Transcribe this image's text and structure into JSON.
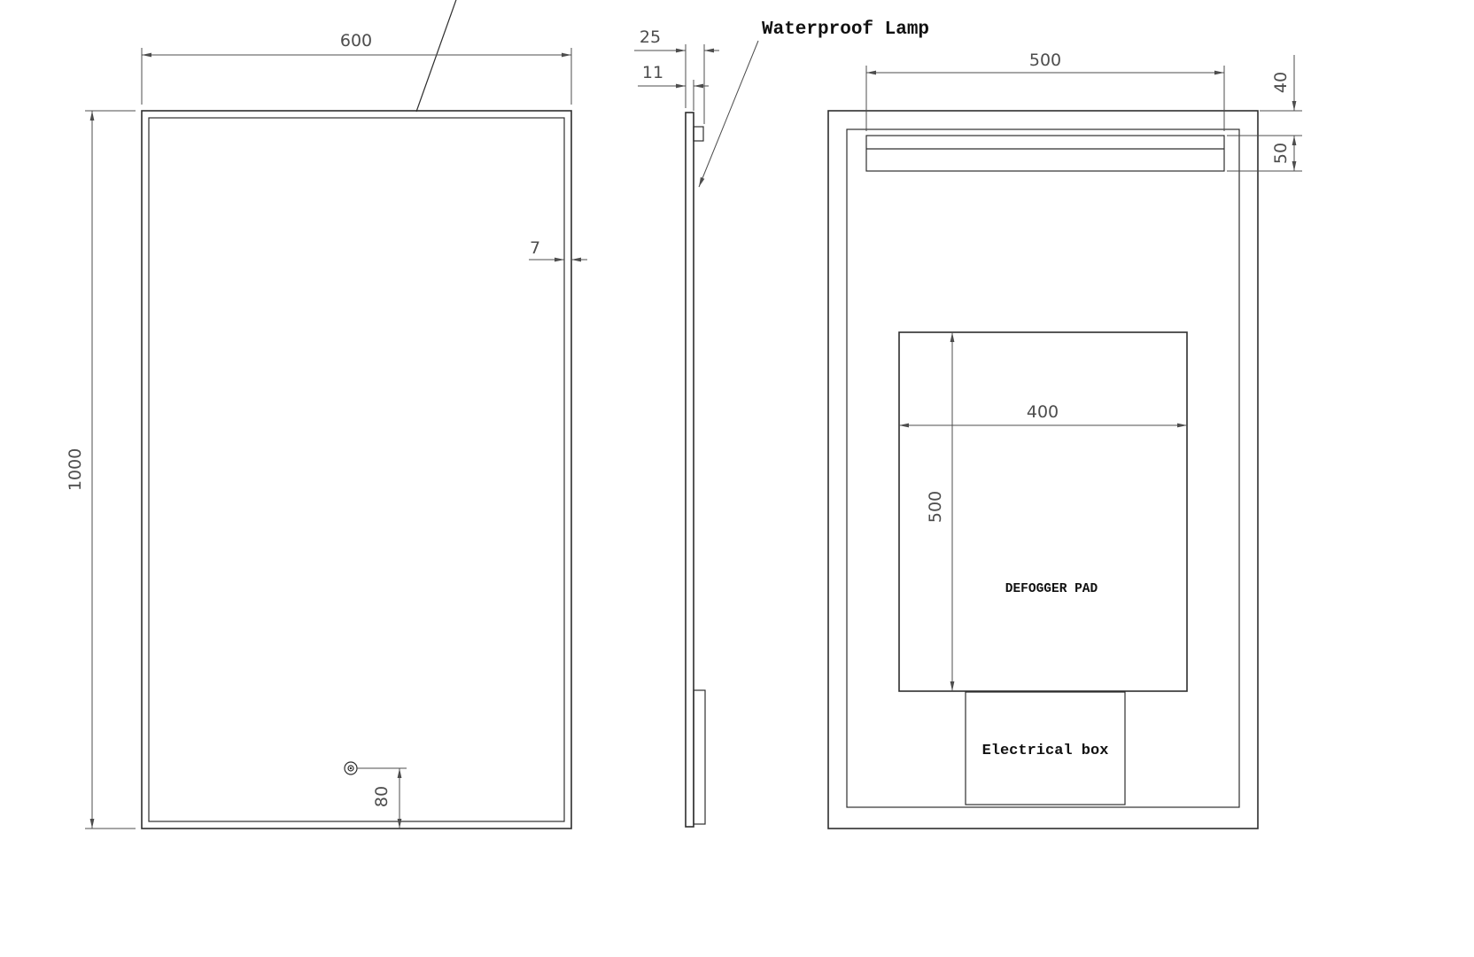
{
  "labels": {
    "waterproof_lamp": "Waterproof Lamp",
    "defogger_pad": "DEFOGGER PAD",
    "electrical_box": "Electrical box"
  },
  "front_view": {
    "width": "600",
    "height": "1000",
    "frame_border": "7",
    "switch_bottom_offset": "80"
  },
  "side_view": {
    "depth": "25",
    "panel_thickness": "11"
  },
  "back_view": {
    "lamp_width": "500",
    "lamp_top_offset": "40",
    "lamp_height": "50",
    "defogger_width": "400",
    "defogger_height": "500"
  },
  "colors": {
    "line": "#2e2e2e",
    "dimension": "#4d4d4d",
    "background": "#ffffff"
  }
}
